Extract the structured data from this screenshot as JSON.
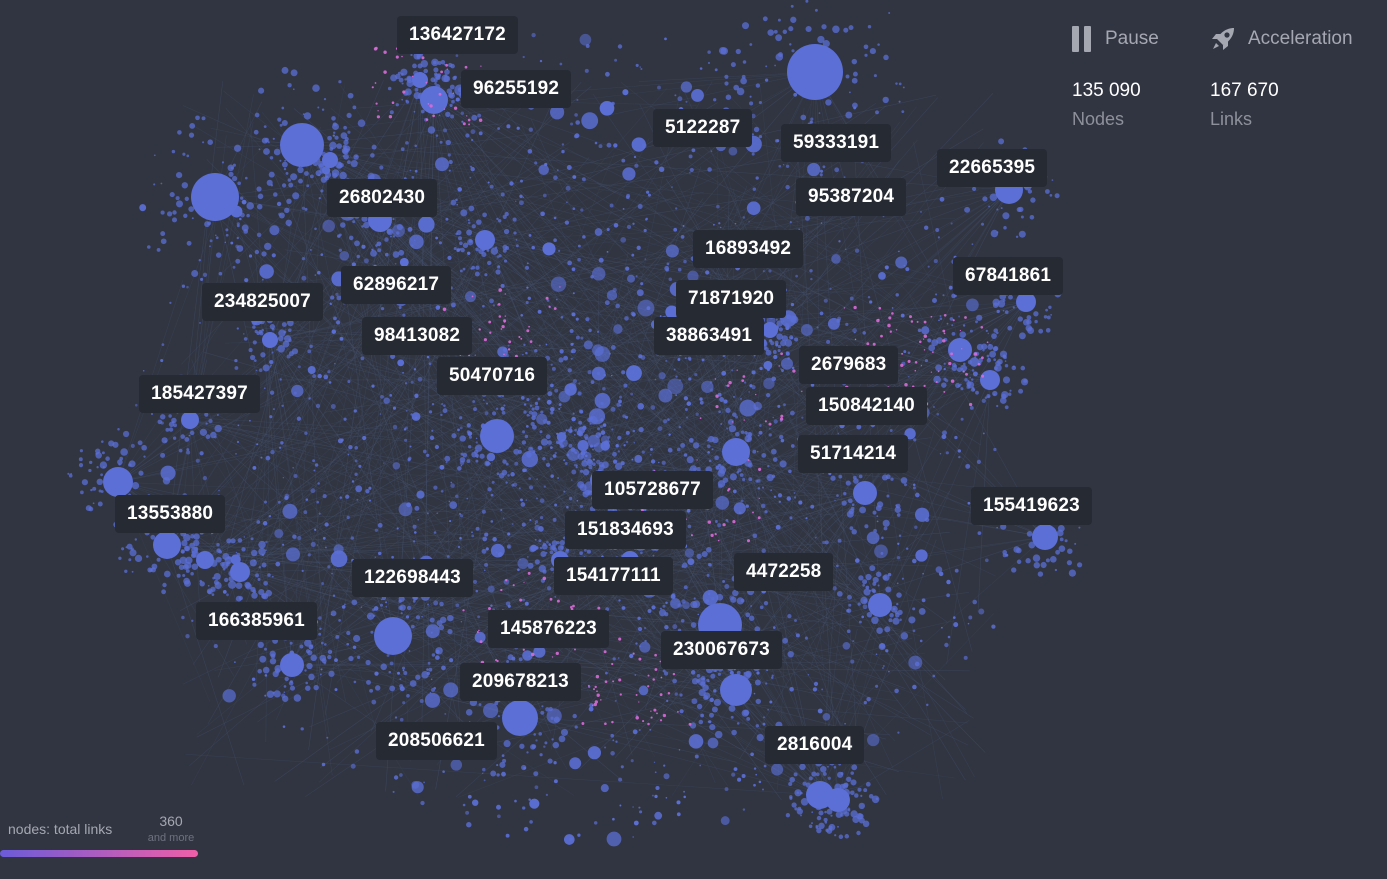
{
  "colors": {
    "background": "#313541",
    "label_bg": "#262a33",
    "node": "#5b6fd6",
    "node_hot": "#d96ad8",
    "link": "#4a5a7a",
    "gradient_start": "#6b5bd8",
    "gradient_end": "#ef5fa7"
  },
  "controls": {
    "pause_label": "Pause",
    "pause_icon": "pause-icon",
    "accel_label": "Acceleration",
    "accel_icon": "rocket-icon",
    "nodes_value": "135 090",
    "nodes_label": "Nodes",
    "links_value": "167 670",
    "links_label": "Links"
  },
  "legend": {
    "label": "nodes: total links",
    "max": "360",
    "max_sub": "and more"
  },
  "labels": [
    "136427172",
    "96255192",
    "5122287",
    "59333191",
    "22665395",
    "26802430",
    "95387204",
    "16893492",
    "67841861",
    "62896217",
    "234825007",
    "71871920",
    "98413082",
    "38863491",
    "2679683",
    "50470716",
    "185427397",
    "150842140",
    "51714214",
    "105728677",
    "155419623",
    "13553880",
    "151834693",
    "4472258",
    "122698443",
    "154177111",
    "166385961",
    "145876223",
    "230067673",
    "209678213",
    "208506621",
    "2816004"
  ]
}
